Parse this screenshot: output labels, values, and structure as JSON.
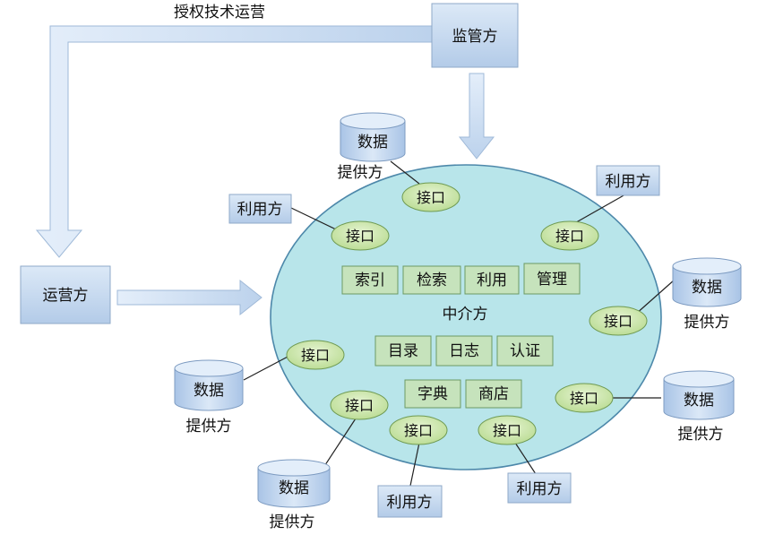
{
  "title_label": "授权技术运营",
  "regulator": "监管方",
  "operator": "运营方",
  "broker": "中介方",
  "interface_label": "接口",
  "db_label": "数据",
  "provider_label": "提供方",
  "user_label": "利用方",
  "functions": {
    "f1": "索引",
    "f2": "检索",
    "f3": "利用",
    "f4": "管理",
    "f5": "目录",
    "f6": "日志",
    "f7": "认证",
    "f8": "字典",
    "f9": "商店"
  },
  "colors": {
    "box_fill": "#c7daf0",
    "arrow_fill": "#cfe0f3",
    "ellipse_fill": "#b7e6ea",
    "interface_fill": "#d3ebb4",
    "function_fill": "#c6e3bc"
  }
}
